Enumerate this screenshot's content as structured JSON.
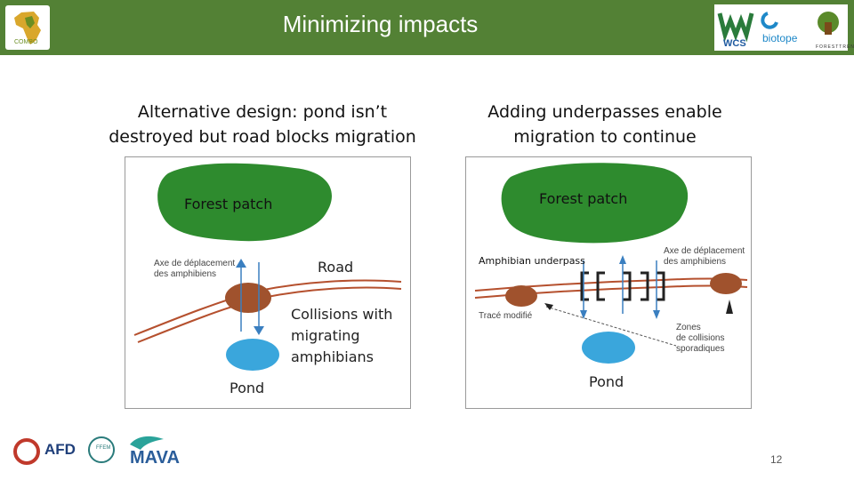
{
  "header": {
    "title": "Minimizing impacts",
    "left_logo": "COMBO",
    "right_logos": [
      "WCS",
      "biotope",
      "FORESTTREND"
    ]
  },
  "left": {
    "heading_line1": "Alternative design: pond isn’t",
    "heading_line2": "destroyed but road blocks migration",
    "forest_label": "Forest patch",
    "road_label": "Road",
    "collisions_line1": "Collisions with",
    "collisions_line2": "migrating",
    "collisions_line3": "amphibians",
    "pond_label": "Pond",
    "axis_line1": "Axe de déplacement",
    "axis_line2": "des amphibiens"
  },
  "right": {
    "heading_line1": "Adding underpasses enable",
    "heading_line2": "migration to continue",
    "forest_label": "Forest patch",
    "underpass_label": "Amphibian underpass",
    "axis_line1": "Axe de déplacement",
    "axis_line2": "des amphibiens",
    "trace_label": "Tracé modifié",
    "zones_line1": "Zones",
    "zones_line2": "de collisions",
    "zones_line3": "sporadiques",
    "pond_label": "Pond"
  },
  "footer": {
    "logos": [
      "AFD",
      "FFEM",
      "MAVA"
    ],
    "page_number": "12"
  },
  "colors": {
    "header": "#538135",
    "forest": "#2e8b2e",
    "pond": "#3aa6dc",
    "road": "#b5502e",
    "mound": "#a0522d"
  }
}
